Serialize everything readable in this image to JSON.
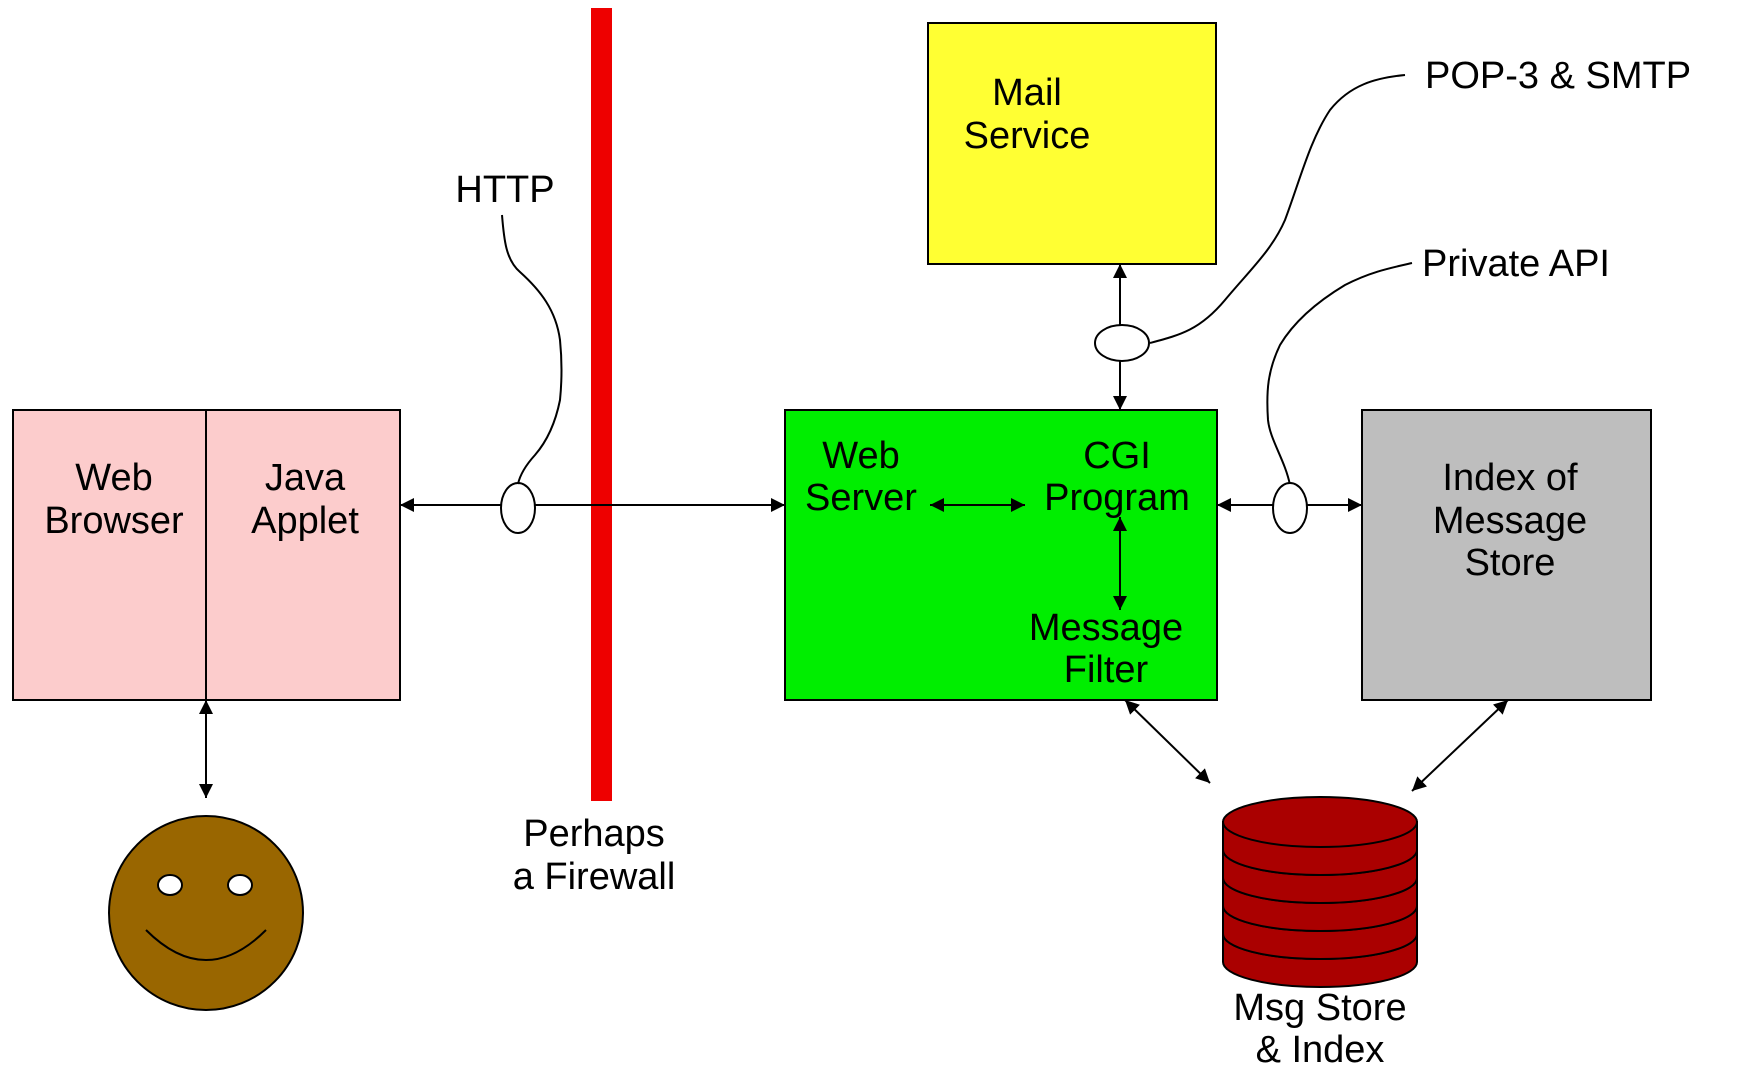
{
  "colors": {
    "browser_box": "#fccccc",
    "firewall": "#ee0000",
    "mail_service": "#ffff33",
    "web_server_box": "#00ee00",
    "index_box": "#bebebe",
    "db": "#aa0000",
    "face": "#996600"
  },
  "browser": {
    "label_line1": "Web",
    "label_line2": "Browser"
  },
  "applet": {
    "label_line1": "Java",
    "label_line2": "Applet"
  },
  "user": {
    "icon": "smiley-face-icon"
  },
  "http": {
    "label": "HTTP"
  },
  "firewall": {
    "label_line1": "Perhaps",
    "label_line2": "a Firewall"
  },
  "mail_service": {
    "label_line1": "Mail",
    "label_line2": "Service"
  },
  "pop3": {
    "label": "POP-3 & SMTP"
  },
  "private_api": {
    "label": "Private API"
  },
  "web_server": {
    "label_line1": "Web",
    "label_line2": "Server"
  },
  "cgi": {
    "label_line1": "CGI",
    "label_line2": "Program"
  },
  "message_filter": {
    "label_line1": "Message",
    "label_line2": "Filter"
  },
  "index_store": {
    "label_line1": "Index of",
    "label_line2": "Message",
    "label_line3": "Store"
  },
  "msg_store": {
    "label_line1": "Msg Store",
    "label_line2": "& Index",
    "icon": "database-icon"
  }
}
